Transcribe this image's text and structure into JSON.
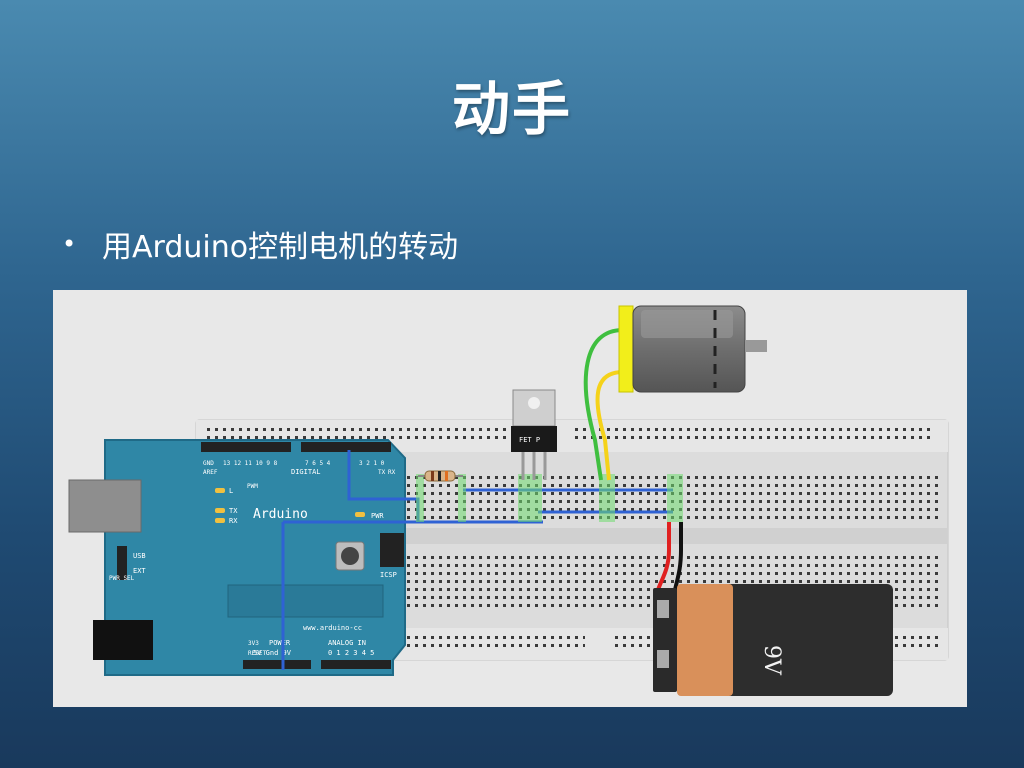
{
  "slide": {
    "title": "动手",
    "bullets": [
      {
        "text": "用Arduino控制电机的转动"
      }
    ]
  },
  "diagram": {
    "arduino": {
      "name": "Arduino",
      "url": "www.arduino-cc",
      "pin_labels": {
        "aref": "AREF",
        "gnd": "GND",
        "digital": "DIGITAL",
        "pwm": "PWM",
        "tx_top": "TX",
        "rx_top": "RX",
        "l_led": "L",
        "tx_led": "TX",
        "rx_led": "RX",
        "pwr_led": "PWR",
        "usb": "USB",
        "ext": "EXT",
        "pwr_sel": "PWR SEL",
        "icsp": "ICSP",
        "reset": "RESET",
        "v3": "3V3",
        "power": "POWER",
        "v5_gnd_9v": "5V Gnd 9V",
        "analog_in": "ANALOG IN",
        "analog_nums": "0 1 2 3 4 5",
        "digital_nums": "13 12 11 10 9 8",
        "digital_nums2": "7 6 5 4",
        "digital_nums3": "3 2 1 0"
      }
    },
    "transistor": {
      "label": "FET P"
    },
    "battery": {
      "label": "9V"
    },
    "colors": {
      "wire_blue": "#2f62d4",
      "wire_green": "#3fbf3f",
      "wire_yellow": "#f5d21a",
      "wire_red": "#e02020",
      "wire_black": "#111111",
      "board_teal": "#2f87a6",
      "motor_yellow": "#f2ee1a",
      "battery_orange": "#d9905a"
    }
  }
}
